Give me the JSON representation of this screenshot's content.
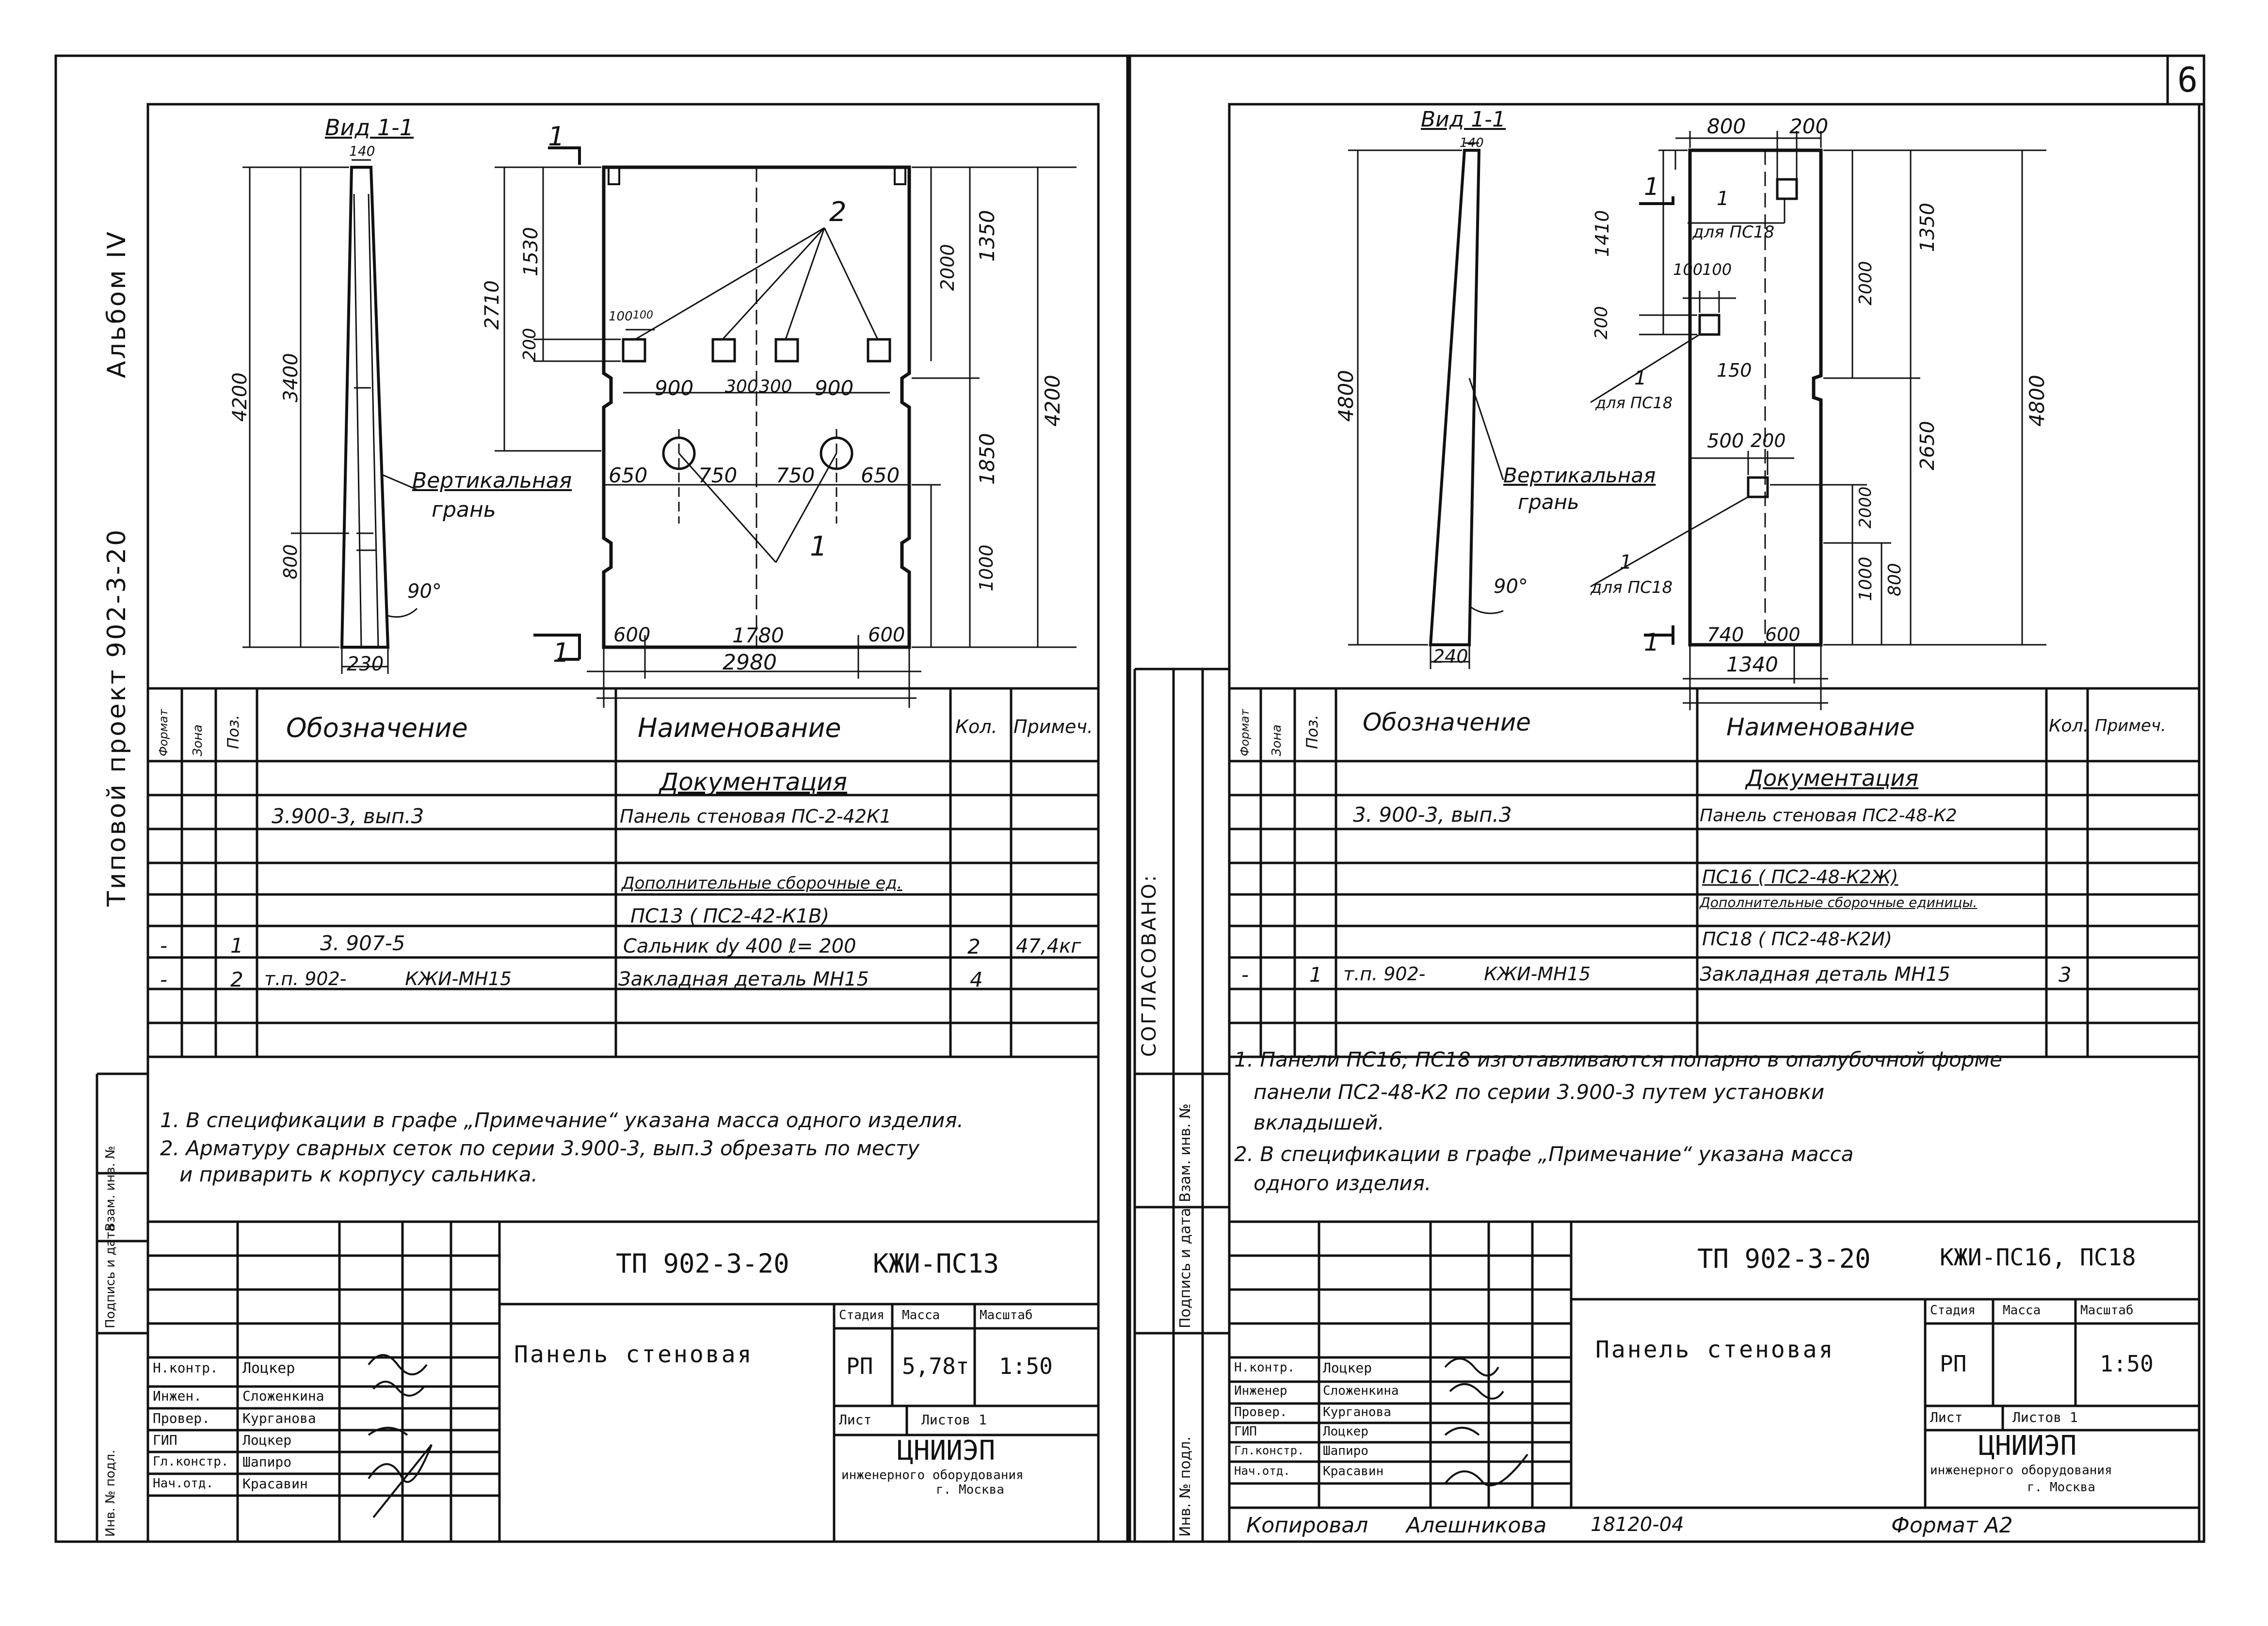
{
  "sheet_number": "6",
  "album": "Альбом IV",
  "project": "Типовой проект 902-3-20",
  "side_labels": {
    "agreed": "СОГЛАСОВАНО:",
    "inv_no": "Инв. № подл.",
    "sign_date": "Подпись и дата",
    "replace_inv": "Взам. инв. №"
  },
  "left": {
    "view_label": "Вид 1-1",
    "section_marker": "1",
    "callout_2": "2",
    "callout_1": "1",
    "vertical_face": "Вертикальная",
    "vertical_face2": "грань",
    "angle": "90°",
    "dims": {
      "w140": "140",
      "h4200": "4200",
      "h3400": "3400",
      "h800": "800",
      "w230": "230",
      "h2710": "2710",
      "h1530": "1530",
      "h200": "200",
      "d100a": "100",
      "d100b": "100",
      "h2000": "2000",
      "h1350": "1350",
      "h1850": "1850",
      "h4200r": "4200",
      "h1000": "1000",
      "s900a": "900",
      "s300a": "300",
      "s300b": "300",
      "s900b": "900",
      "s650a": "650",
      "s750a": "750",
      "s750b": "750",
      "s650b": "650",
      "b600a": "600",
      "b1780": "1780",
      "b600b": "600",
      "b2980": "2980"
    },
    "spec": {
      "headers": [
        "Формат",
        "Зона",
        "Поз.",
        "Обозначение",
        "Наименование",
        "Кол.",
        "Примеч."
      ],
      "section_doc": "Документация",
      "rows": [
        {
          "pos": "",
          "mark": "",
          "designation": "3.900-3, вып.3",
          "name": "Панель стеновая ПС-2-42К1",
          "qty": "",
          "note": ""
        },
        {
          "pos": "",
          "mark": "",
          "designation": "",
          "name": "",
          "qty": "",
          "note": ""
        },
        {
          "pos": "",
          "mark": "",
          "designation": "",
          "name": "Дополнительные сборочные ед.",
          "qty": "",
          "note": ""
        },
        {
          "pos": "",
          "mark": "",
          "designation": "",
          "name": "ПС13 ( ПС2-42-К1В)",
          "qty": "",
          "note": ""
        },
        {
          "pos": "-",
          "mark": "1",
          "designation": "3. 907-5",
          "name": "Сальник dу 400  ℓ= 200",
          "qty": "2",
          "note": "47,4кг"
        },
        {
          "pos": "-",
          "mark": "2",
          "designation": "т.п. 902-          КЖИ-МН15",
          "name": "Закладная деталь МН15",
          "qty": "4",
          "note": ""
        }
      ]
    },
    "notes": [
      "1. В спецификации в графе „Примечание“ указана масса одного изделия.",
      "2. Арматуру сварных сеток по серии 3.900-3, вып.3 обрезать по месту",
      "   и приварить к корпусу сальника."
    ],
    "title_block": {
      "project_code": "ТП 902-3-20",
      "sheet_code": "КЖИ-ПС13",
      "title": "Панель стеновая",
      "stage_h": "Стадия",
      "mass_h": "Масса",
      "scale_h": "Масштаб",
      "stage": "РП",
      "mass": "5,78т",
      "scale": "1:50",
      "sheet_h": "Лист",
      "sheets_h": "Листов 1",
      "org1": "ЦНИИЭП",
      "org2": "инженерного оборудования",
      "org3": "г. Москва",
      "staff": [
        {
          "role": "Н.контр.",
          "name": "Лоцкер"
        },
        {
          "role": "Инжен.",
          "name": "Сложенкина"
        },
        {
          "role": "Провер.",
          "name": "Курганова"
        },
        {
          "role": "ГИП",
          "name": "Лоцкер"
        },
        {
          "role": "Гл.констр.",
          "name": "Шапиро"
        },
        {
          "role": "Нач.отд.",
          "name": "Красавин"
        }
      ]
    }
  },
  "right": {
    "view_label": "Вид 1-1",
    "section_marker": "1",
    "for_ps18a": "для ПС18",
    "for_ps18b": "для ПС18",
    "for_ps18c": "для ПС18",
    "vertical_face": "Вертикальная",
    "vertical_face2": "грань",
    "angle": "90°",
    "dims": {
      "w140": "140",
      "h4800": "4800",
      "w240": "240",
      "t800": "800",
      "t200": "200",
      "h1410": "1410",
      "d100a": "100",
      "d100b": "100",
      "h200": "200",
      "d150": "150",
      "d500": "500",
      "d200b": "200",
      "h2000a": "2000",
      "h2000b": "2000",
      "h1000": "1000",
      "h1350": "1350",
      "h2650": "2650",
      "h800": "800",
      "h4800r": "4800",
      "b740": "740",
      "b600": "600",
      "b1340": "1340"
    },
    "spec": {
      "headers": [
        "Формат",
        "Зона",
        "Поз.",
        "Обозначение",
        "Наименование",
        "Кол.",
        "Примеч."
      ],
      "section_doc": "Документация",
      "rows": [
        {
          "pos": "",
          "mark": "",
          "designation": "3. 900-3, вып.3",
          "name": "Панель стеновая ПС2-48-К2",
          "qty": "",
          "note": ""
        },
        {
          "pos": "",
          "mark": "",
          "designation": "",
          "name": "",
          "qty": "",
          "note": ""
        },
        {
          "pos": "",
          "mark": "",
          "designation": "",
          "name": "ПС16 ( ПС2-48-К2Ж)",
          "qty": "",
          "note": ""
        },
        {
          "pos": "",
          "mark": "",
          "designation": "",
          "name": "Дополнительные сборочные единицы.",
          "qty": "",
          "note": ""
        },
        {
          "pos": "",
          "mark": "",
          "designation": "",
          "name": "ПС18 ( ПС2-48-К2И)",
          "qty": "",
          "note": ""
        },
        {
          "pos": "-",
          "mark": "1",
          "designation": "т.п. 902-          КЖИ-МН15",
          "name": "Закладная деталь МН15",
          "qty": "3",
          "note": ""
        }
      ]
    },
    "notes": [
      "1. Панели ПС16; ПС18 изготавливаются попарно в опалубочной форме",
      "   панели ПС2-48-К2 по серии 3.900-3 путем установки",
      "   вкладышей.",
      "2. В спецификации в графе „Примечание“ указана масса",
      "   одного изделия."
    ],
    "title_block": {
      "project_code": "ТП 902-3-20",
      "sheet_code": "КЖИ-ПС16, ПС18",
      "title": "Панель стеновая",
      "stage_h": "Стадия",
      "mass_h": "Масса",
      "scale_h": "Масштаб",
      "stage": "РП",
      "mass": "",
      "scale": "1:50",
      "sheet_h": "Лист",
      "sheets_h": "Листов 1",
      "org1": "ЦНИИЭП",
      "org2": "инженерного оборудования",
      "org3": "г. Москва",
      "staff": [
        {
          "role": "Н.контр.",
          "name": "Лоцкер"
        },
        {
          "role": "Инженер",
          "name": "Сложенкина"
        },
        {
          "role": "Провер.",
          "name": "Курганова"
        },
        {
          "role": "ГИП",
          "name": "Лоцкер"
        },
        {
          "role": "Гл.констр.",
          "name": "Шапиро"
        },
        {
          "role": "Нач.отд.",
          "name": "Красавин"
        }
      ]
    },
    "footer": {
      "copied": "Копировал",
      "copier": "Алешникова",
      "order": "18120-04",
      "format": "Формат А2"
    }
  }
}
